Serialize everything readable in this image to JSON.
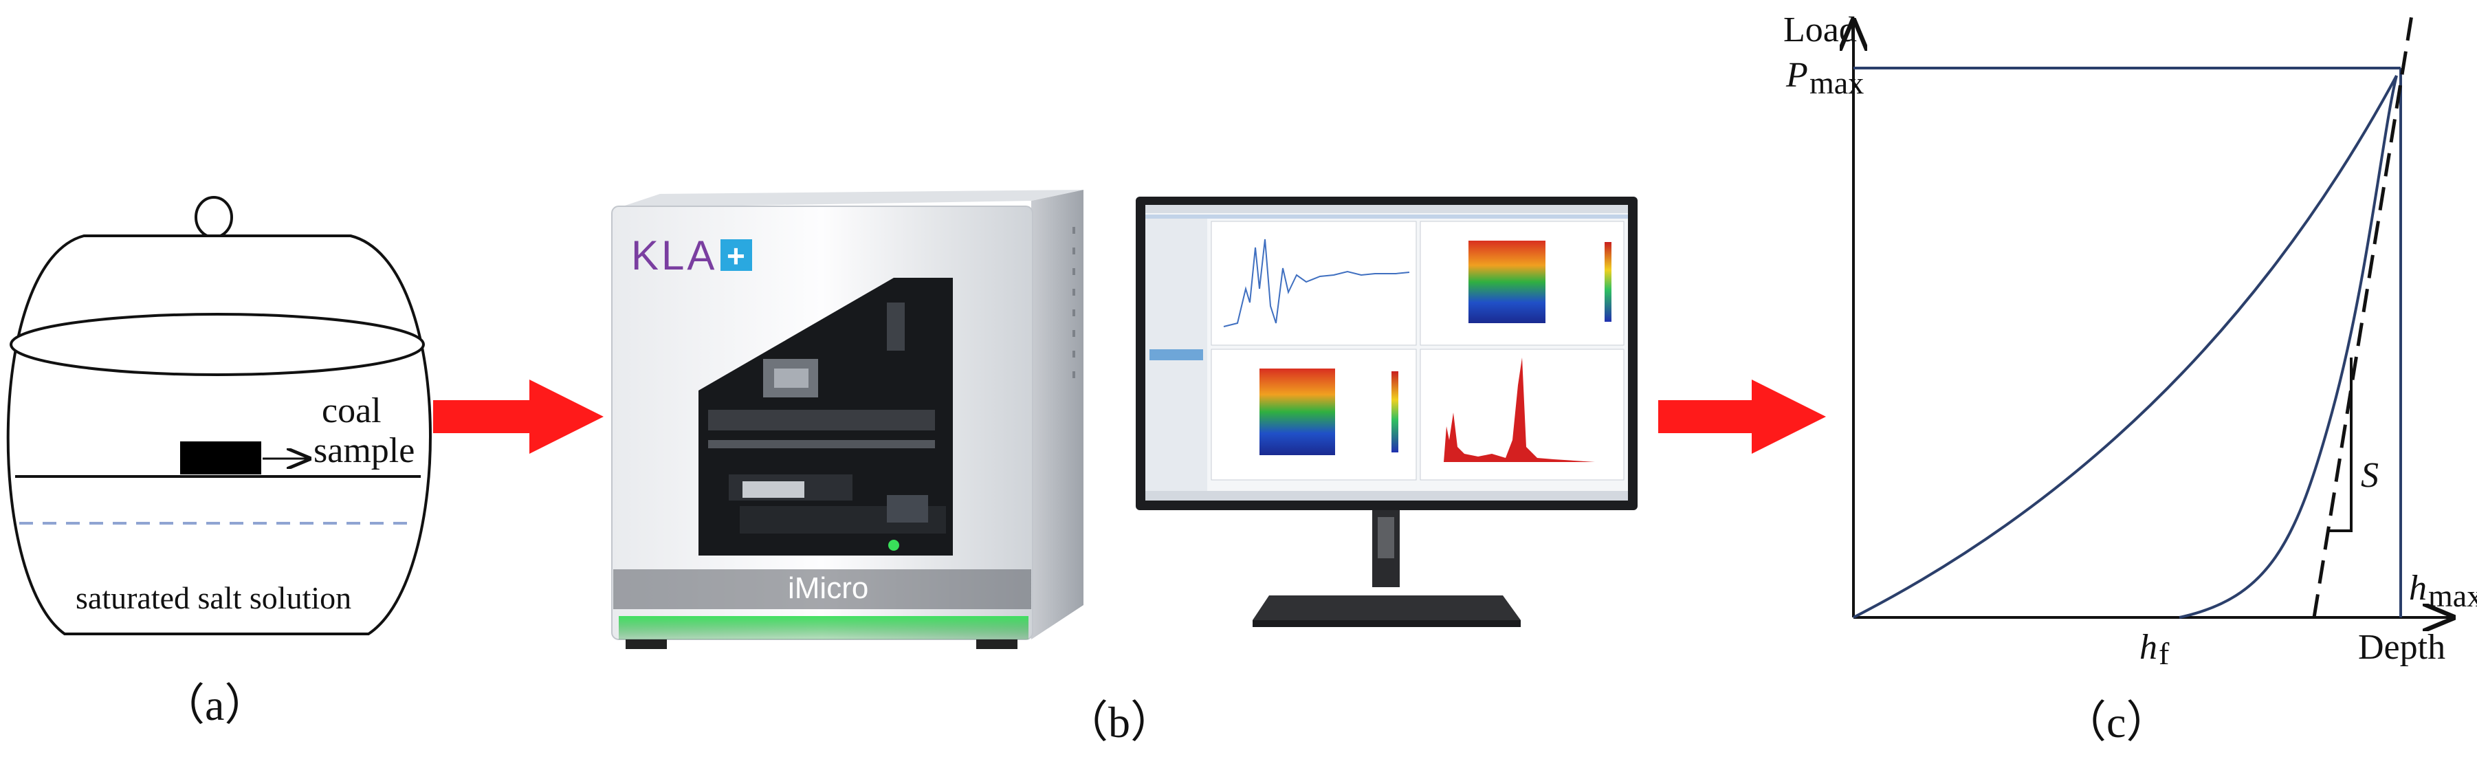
{
  "panel_a": {
    "sample_label_line1": "coal",
    "sample_label_line2": "sample",
    "solution_label": "saturated salt solution",
    "caption": "（a）"
  },
  "panel_b": {
    "brand_text": "KLA",
    "brand_mark": "+",
    "instrument_name": "iMicro",
    "caption": "（b）",
    "accent_colors": {
      "instrument_glow": "#39e05a",
      "brand": "#7a3ea0",
      "brand_plus": "#2aa8e0"
    }
  },
  "panel_c": {
    "y_axis_label": "Load",
    "p_max_base": "P",
    "p_max_sub": "max",
    "x_axis_label": "Depth",
    "h_max_base": "h",
    "h_max_sub": "max",
    "h_f_base": "h",
    "h_f_sub": "f",
    "stiffness_label": "S",
    "caption": "（c）",
    "curve_color": "#2b3f6b"
  },
  "arrows": {
    "color": "#ff1a1a",
    "count": 2
  }
}
